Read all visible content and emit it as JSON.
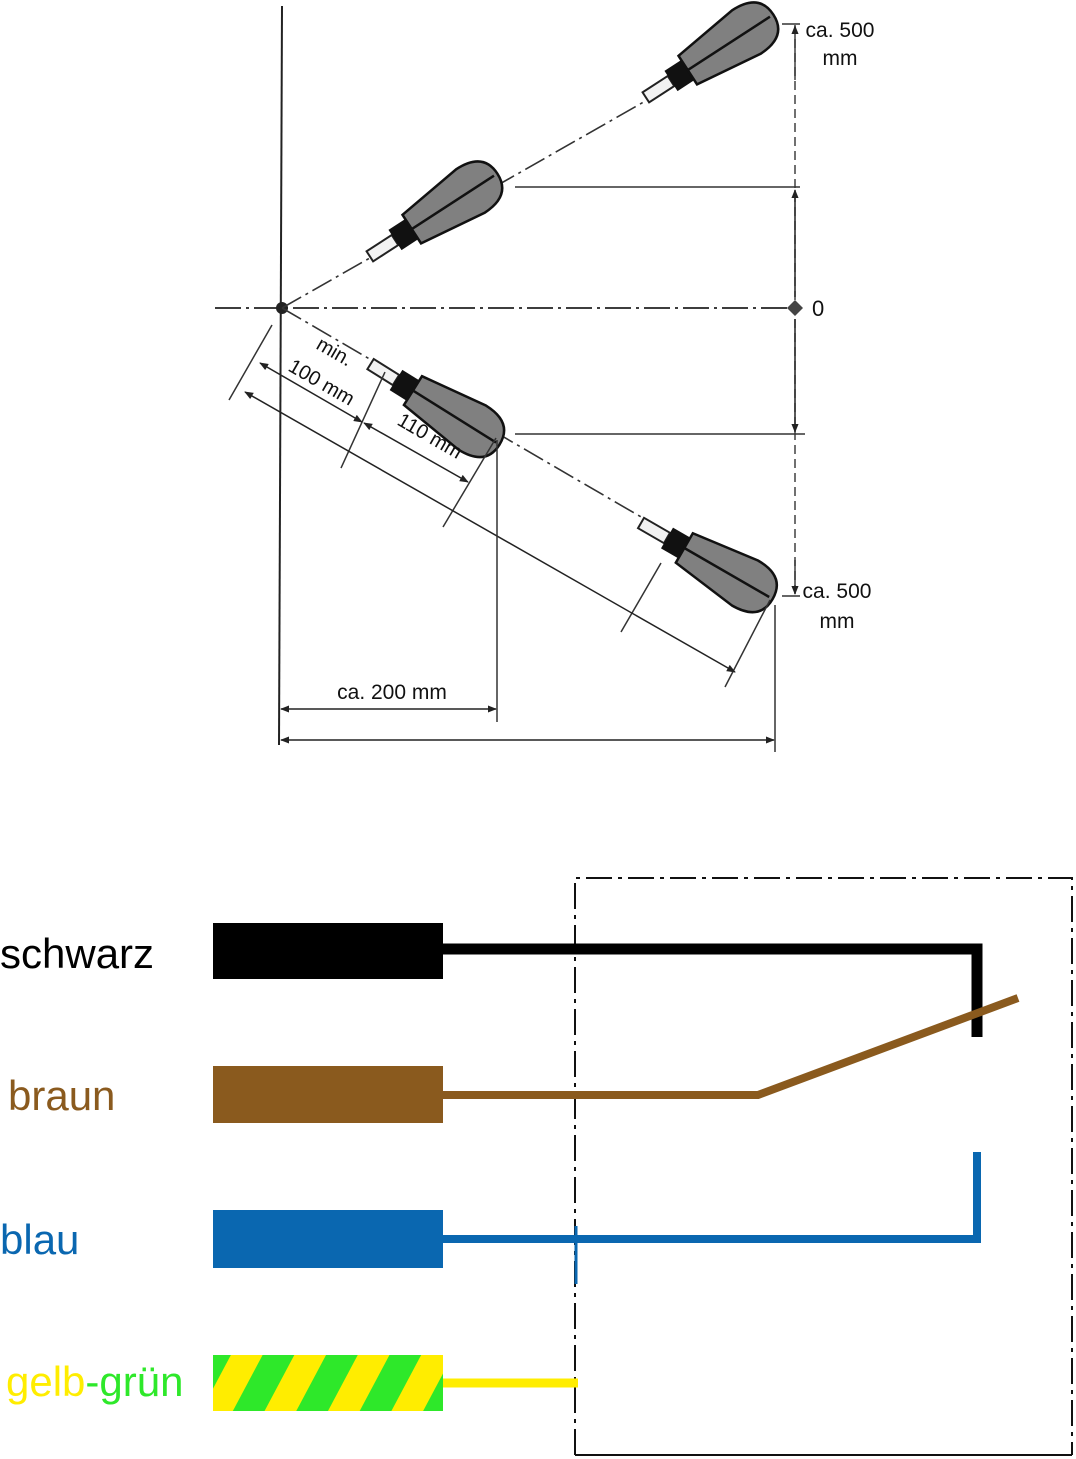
{
  "mounting_diagram": {
    "labels": {
      "top_distance_value": "ca. 500",
      "top_distance_unit": "mm",
      "zero_mark": "0",
      "bottom_distance_value": "ca. 500",
      "bottom_distance_unit": "mm",
      "min_label": "min.",
      "min_distance": "100 mm",
      "sensor_length": "110 mm",
      "horizontal_distance": "ca. 200 mm"
    }
  },
  "wiring_diagram": {
    "wires": [
      {
        "id": "black",
        "label": "schwarz",
        "color": "#000000"
      },
      {
        "id": "brown",
        "label": "braun",
        "color": "#8a5a1e"
      },
      {
        "id": "blue",
        "label": "blau",
        "color": "#0a67b0"
      },
      {
        "id": "ground",
        "label_part1": "gelb",
        "label_dash": "-",
        "label_part2": "grün",
        "color_yellow": "#ffed00",
        "color_green": "#2ee82a"
      }
    ]
  }
}
